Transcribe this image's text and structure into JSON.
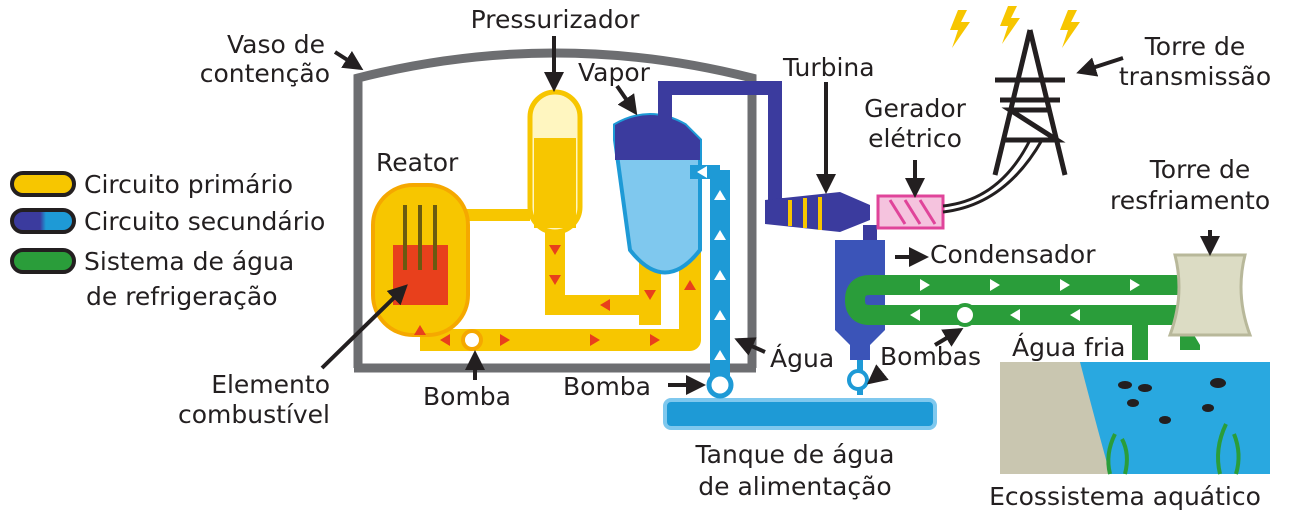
{
  "legend": [
    {
      "label": "Circuito primário",
      "color": "#f7c600"
    },
    {
      "label": "Circuito secundário",
      "color": "#3b3b9e"
    },
    {
      "label": "Sistema de água de refrigeração",
      "line1": "Sistema de água",
      "line2": "de refrigeração",
      "color": "#2a9d3a"
    }
  ],
  "labels": {
    "vaso_1": "Vaso de",
    "vaso_2": "contenção",
    "pressurizador": "Pressurizador",
    "vapor": "Vapor",
    "turbina": "Turbina",
    "torre_transmissao_1": "Torre de",
    "torre_transmissao_2": "transmissão",
    "gerador_1": "Gerador",
    "gerador_2": "elétrico",
    "torre_resfriamento_1": "Torre de",
    "torre_resfriamento_2": "resfriamento",
    "reator": "Reator",
    "condensador": "Condensador",
    "bombas": "Bombas",
    "agua_fria": "Água fria",
    "agua": "Água",
    "elemento_1": "Elemento",
    "elemento_2": "combustível",
    "bomba_left": "Bomba",
    "bomba_mid": "Bomba",
    "tanque_1": "Tanque de água",
    "tanque_2": "de alimentação",
    "ecossistema": "Ecossistema aquático"
  },
  "colors": {
    "primary": "#f7c600",
    "arrow_red": "#e8401c",
    "secondary_dark": "#3b3b9e",
    "steam_blue": "#1e9ad6",
    "cooling_green": "#2a9d3a",
    "vessel_gray": "#6d6e71",
    "generator_pink": "#e0449a"
  }
}
